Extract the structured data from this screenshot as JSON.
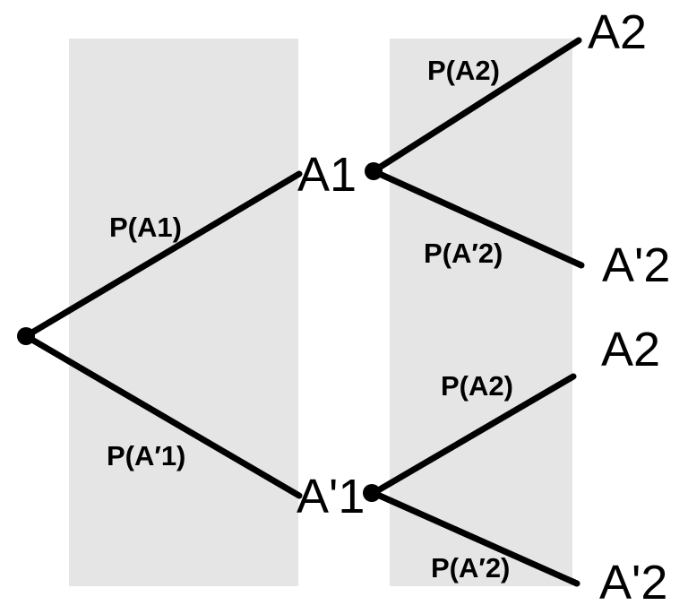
{
  "diagram": {
    "type": "probability-tree",
    "colors": {
      "background": "#ffffff",
      "band": "#e5e5e5",
      "line": "#000000",
      "text": "#000000"
    },
    "level1": [
      {
        "edge_label": "P(A1)",
        "node": "A1"
      },
      {
        "edge_label": "P(A′1)",
        "node": "A'1"
      }
    ],
    "level2_from_a1": [
      {
        "edge_label": "P(A2)",
        "node": "A2"
      },
      {
        "edge_label": "P(A′2)",
        "node": "A'2"
      }
    ],
    "level2_from_a1_prime": [
      {
        "edge_label": "P(A2)",
        "node": "A2"
      },
      {
        "edge_label": "P(A′2)",
        "node": "A'2"
      }
    ]
  }
}
